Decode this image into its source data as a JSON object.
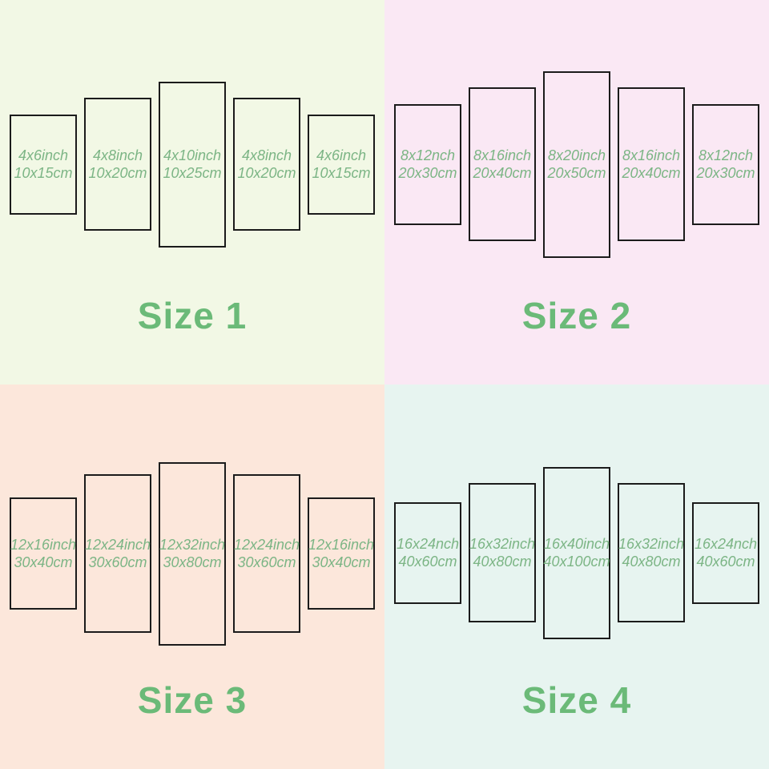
{
  "colors": {
    "size1_background": "#f2f8e5",
    "size2_background": "#fae8f4",
    "size3_background": "#fce7db",
    "size4_background": "#e7f4f0",
    "title_green": "#6bba78",
    "label_green": "#7cb585",
    "panel_border": "#1b1b1b"
  },
  "quadrants": [
    {
      "title": "Size 1",
      "panels": [
        {
          "inch": "4x6inch",
          "cm": "10x15cm"
        },
        {
          "inch": "4x8inch",
          "cm": "10x20cm"
        },
        {
          "inch": "4x10inch",
          "cm": "10x25cm"
        },
        {
          "inch": "4x8inch",
          "cm": "10x20cm"
        },
        {
          "inch": "4x6inch",
          "cm": "10x15cm"
        }
      ]
    },
    {
      "title": "Size 2",
      "panels": [
        {
          "inch": "8x12nch",
          "cm": "20x30cm"
        },
        {
          "inch": "8x16inch",
          "cm": "20x40cm"
        },
        {
          "inch": "8x20inch",
          "cm": "20x50cm"
        },
        {
          "inch": "8x16inch",
          "cm": "20x40cm"
        },
        {
          "inch": "8x12nch",
          "cm": "20x30cm"
        }
      ]
    },
    {
      "title": "Size 3",
      "panels": [
        {
          "inch": "12x16inch",
          "cm": "30x40cm"
        },
        {
          "inch": "12x24inch",
          "cm": "30x60cm"
        },
        {
          "inch": "12x32inch",
          "cm": "30x80cm"
        },
        {
          "inch": "12x24inch",
          "cm": "30x60cm"
        },
        {
          "inch": "12x16inch",
          "cm": "30x40cm"
        }
      ]
    },
    {
      "title": "Size 4",
      "panels": [
        {
          "inch": "16x24nch",
          "cm": "40x60cm"
        },
        {
          "inch": "16x32inch",
          "cm": "40x80cm"
        },
        {
          "inch": "16x40inch",
          "cm": "40x100cm"
        },
        {
          "inch": "16x32inch",
          "cm": "40x80cm"
        },
        {
          "inch": "16x24nch",
          "cm": "40x60cm"
        }
      ]
    }
  ]
}
